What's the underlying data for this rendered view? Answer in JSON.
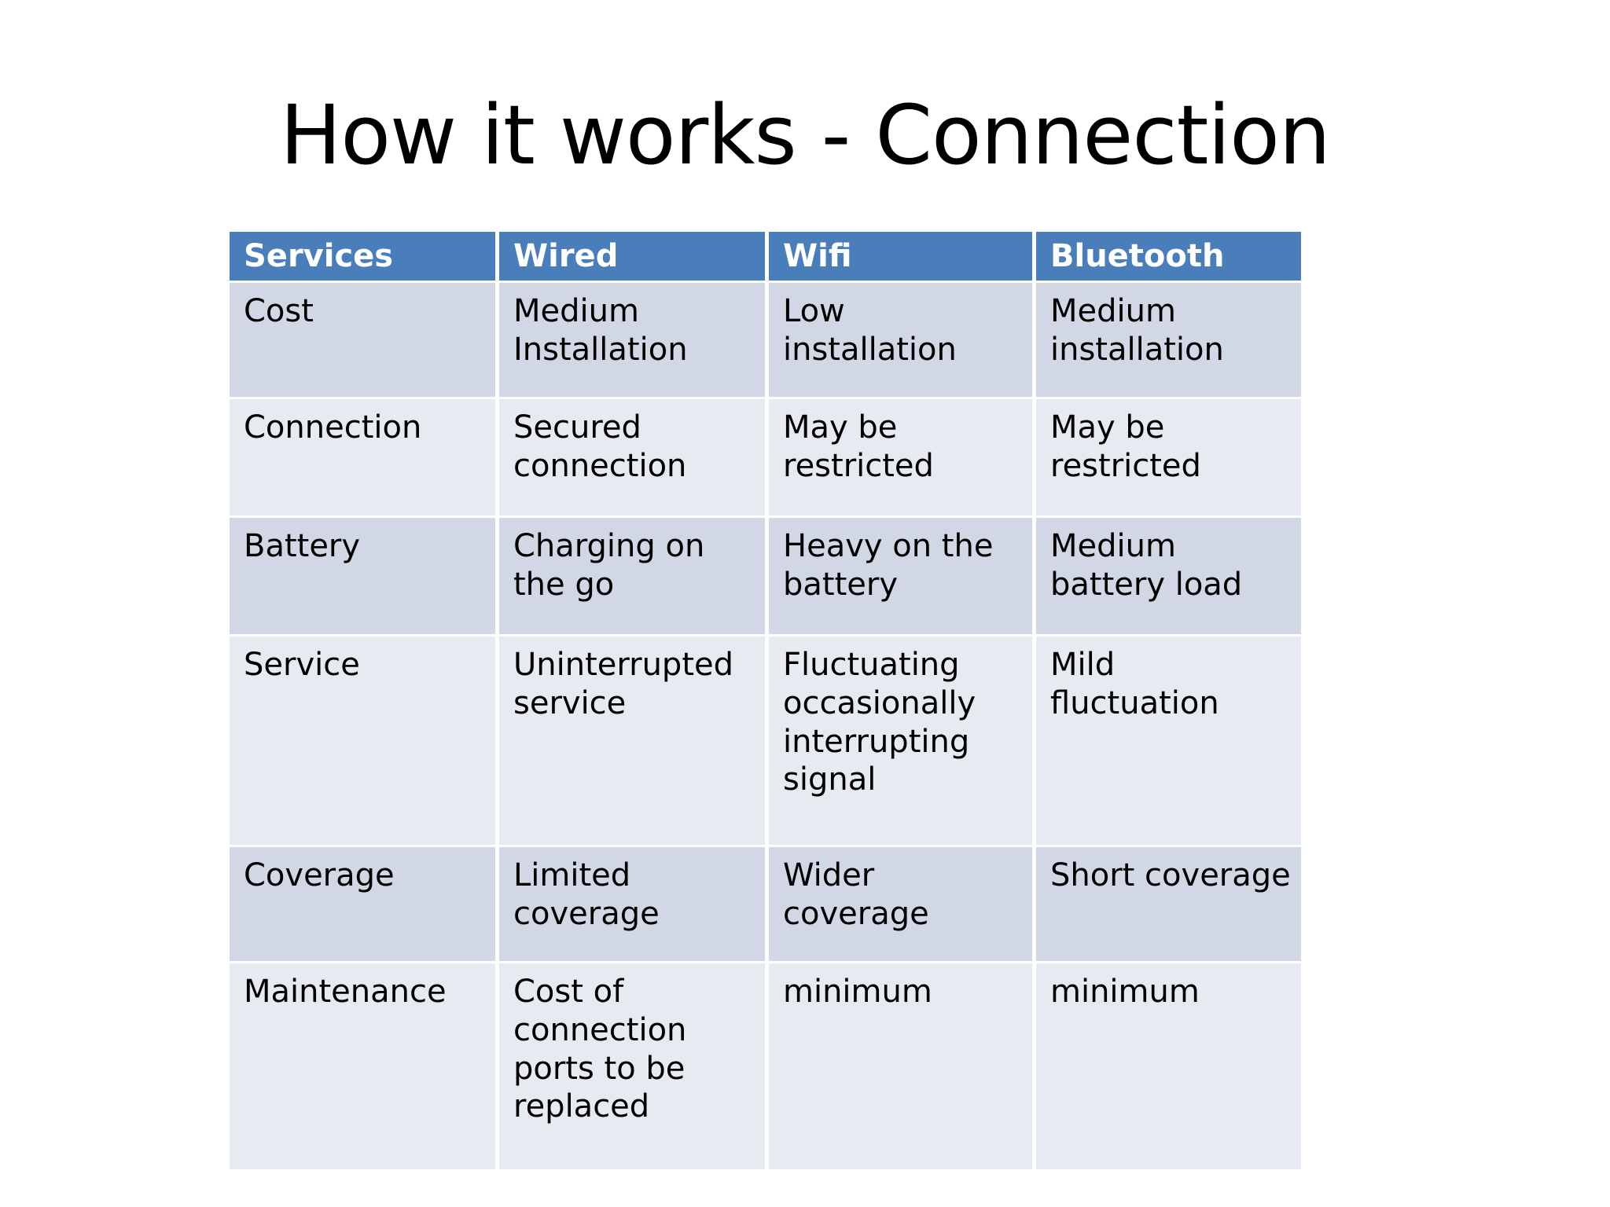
{
  "slide": {
    "title": "How it works - Connection",
    "colors": {
      "header_fill": "#4a7ebb",
      "header_text": "#ffffff",
      "band_a": "#d2d7e5",
      "band_b": "#e8eaf2",
      "body_text": "#000000",
      "background": "#ffffff"
    }
  },
  "table": {
    "headers": [
      "Services",
      "Wired",
      "Wifi",
      "Bluetooth"
    ],
    "rows": [
      {
        "service": "Cost",
        "wired": "Medium Installation",
        "wifi": "Low installation",
        "bluetooth": "Medium installation"
      },
      {
        "service": "Connection",
        "wired": "Secured connection",
        "wifi": "May be restricted",
        "bluetooth": "May be restricted"
      },
      {
        "service": "Battery",
        "wired": "Charging on the go",
        "wifi": "Heavy on the battery",
        "bluetooth": "Medium battery load"
      },
      {
        "service": "Service",
        "wired": "Uninterrupted service",
        "wifi": "Fluctuating occasionally interrupting signal",
        "bluetooth": "Mild fluctuation"
      },
      {
        "service": "Coverage",
        "wired": "Limited coverage",
        "wifi": "Wider coverage",
        "bluetooth": "Short coverage"
      },
      {
        "service": "Maintenance",
        "wired": "Cost of connection ports to be replaced",
        "wifi": "minimum",
        "bluetooth": "minimum"
      }
    ]
  }
}
